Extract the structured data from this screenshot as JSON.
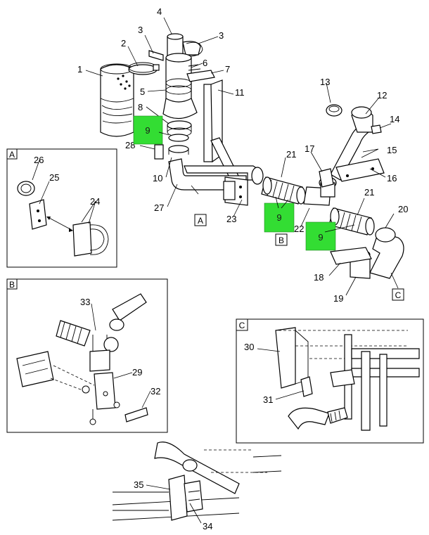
{
  "colors": {
    "hotspot": "#33dd33",
    "line": "#000000",
    "background": "#ffffff"
  },
  "callouts": {
    "c1": "1",
    "c2": "2",
    "c3a": "3",
    "c3b": "3",
    "c4": "4",
    "c5": "5",
    "c6": "6",
    "c7": "7",
    "c8": "8",
    "c10": "10",
    "c11": "11",
    "c12": "12",
    "c13": "13",
    "c14": "14",
    "c15": "15",
    "c16": "16",
    "c17": "17",
    "c18": "18",
    "c19": "19",
    "c20": "20",
    "c21a": "21",
    "c21b": "21",
    "c22": "22",
    "c23": "23",
    "c24": "24",
    "c25": "25",
    "c26": "26",
    "c27": "27",
    "c28": "28",
    "c29": "29",
    "c30": "30",
    "c31": "31",
    "c32": "32",
    "c33": "33",
    "c34": "34",
    "c35": "35"
  },
  "hotspots": {
    "h1": "9",
    "h2": "9",
    "h3": "9"
  },
  "view_refs": {
    "a_main": "A",
    "b_main": "B",
    "c_main": "C"
  },
  "detail_labels": {
    "a": "A",
    "b": "B",
    "c": "C"
  }
}
